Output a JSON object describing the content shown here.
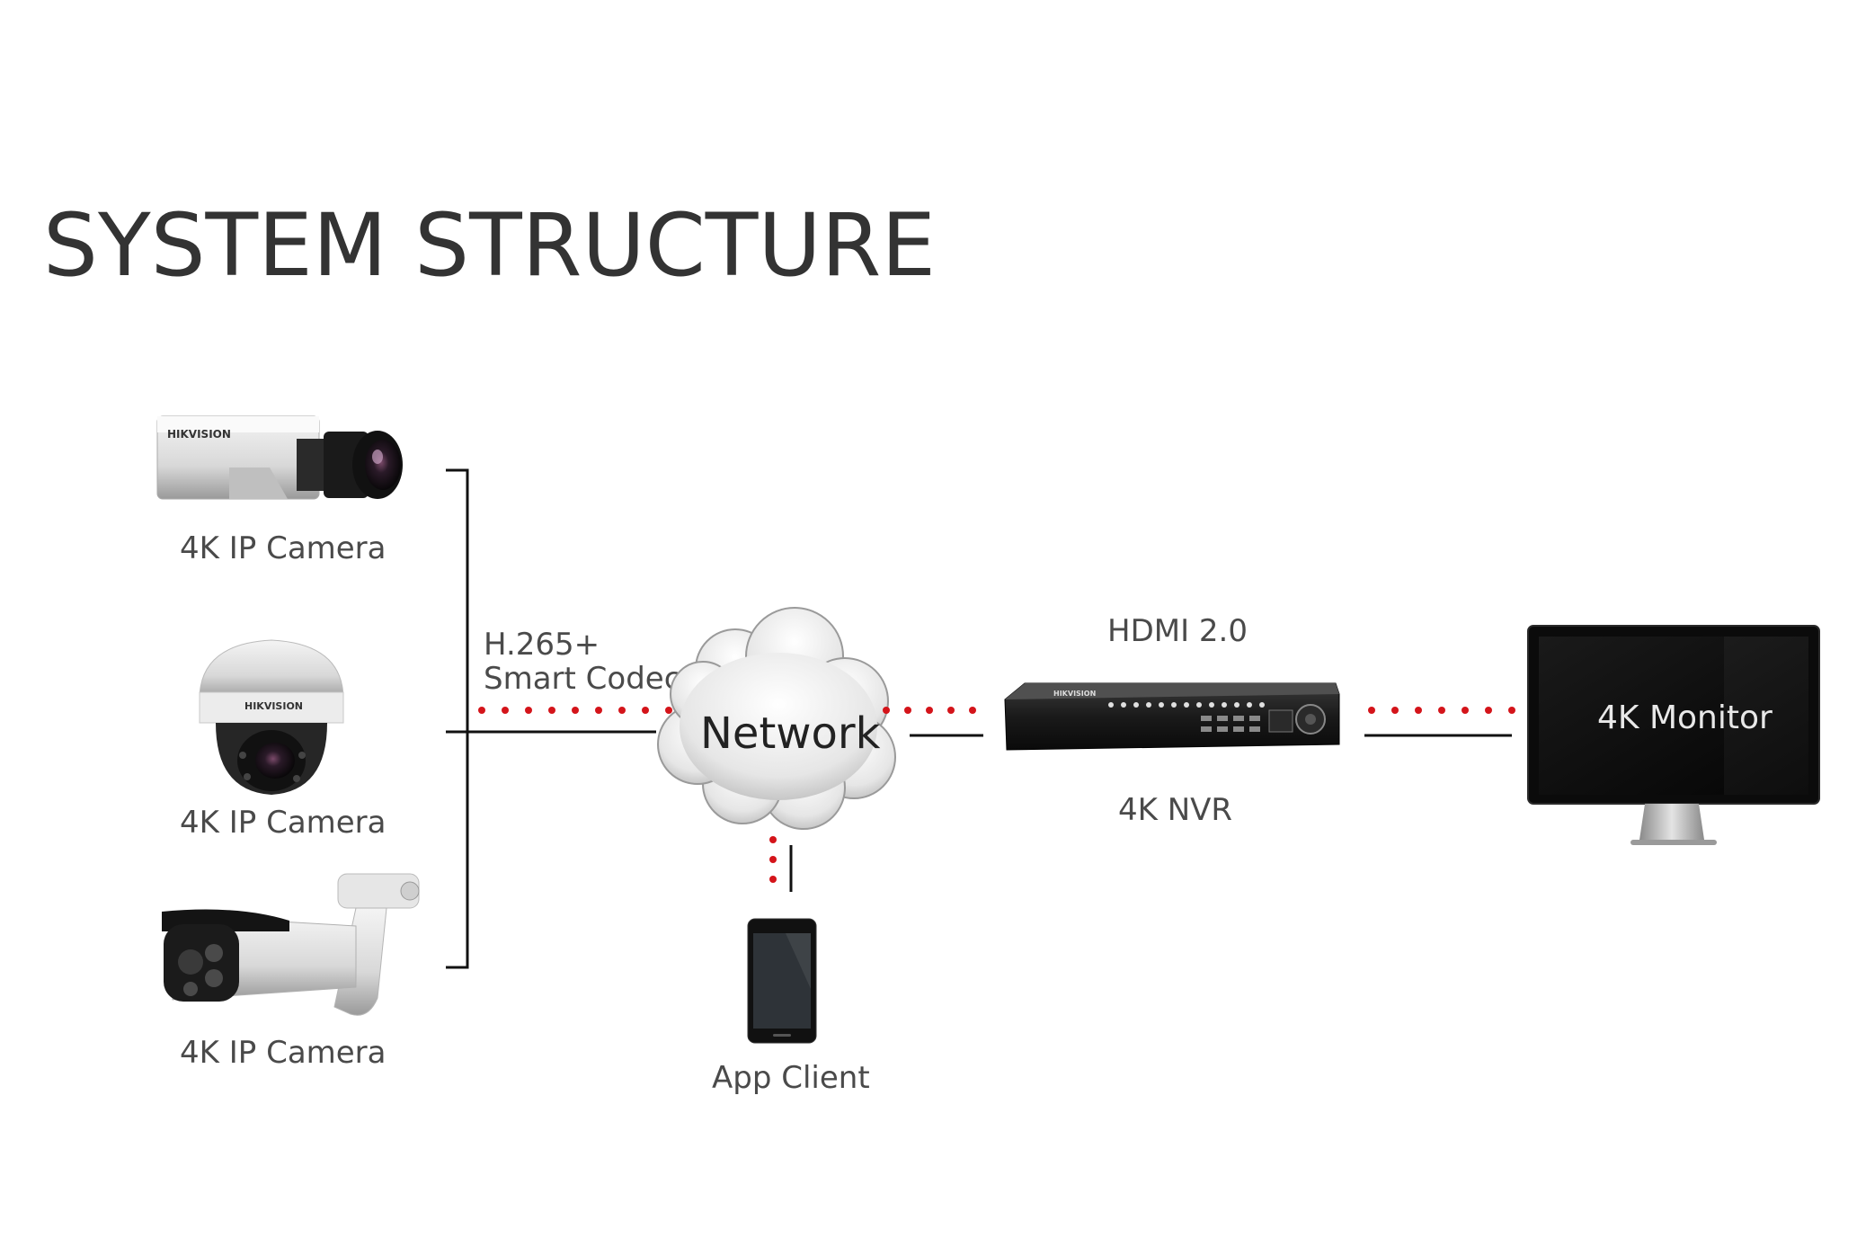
{
  "title": "SYSTEM STRUCTURE",
  "cameras": [
    {
      "label": "4K IP Camera",
      "icon": "box-camera-icon"
    },
    {
      "label": "4K IP Camera",
      "icon": "dome-camera-icon"
    },
    {
      "label": "4K IP Camera",
      "icon": "bullet-camera-icon"
    }
  ],
  "codec": {
    "line1": "H.265+",
    "line2": "Smart Codec"
  },
  "network": {
    "label": "Network",
    "icon": "cloud-icon"
  },
  "nvr": {
    "top_label": "HDMI 2.0",
    "label": "4K NVR",
    "icon": "nvr-icon"
  },
  "monitor": {
    "label": "4K Monitor",
    "icon": "monitor-icon"
  },
  "app_client": {
    "label": "App Client",
    "icon": "smartphone-icon"
  },
  "colors": {
    "connection_dots": "#d4141a",
    "connection_line": "#111111",
    "title": "#333333"
  },
  "brand_logo_text": "HIKVISION"
}
